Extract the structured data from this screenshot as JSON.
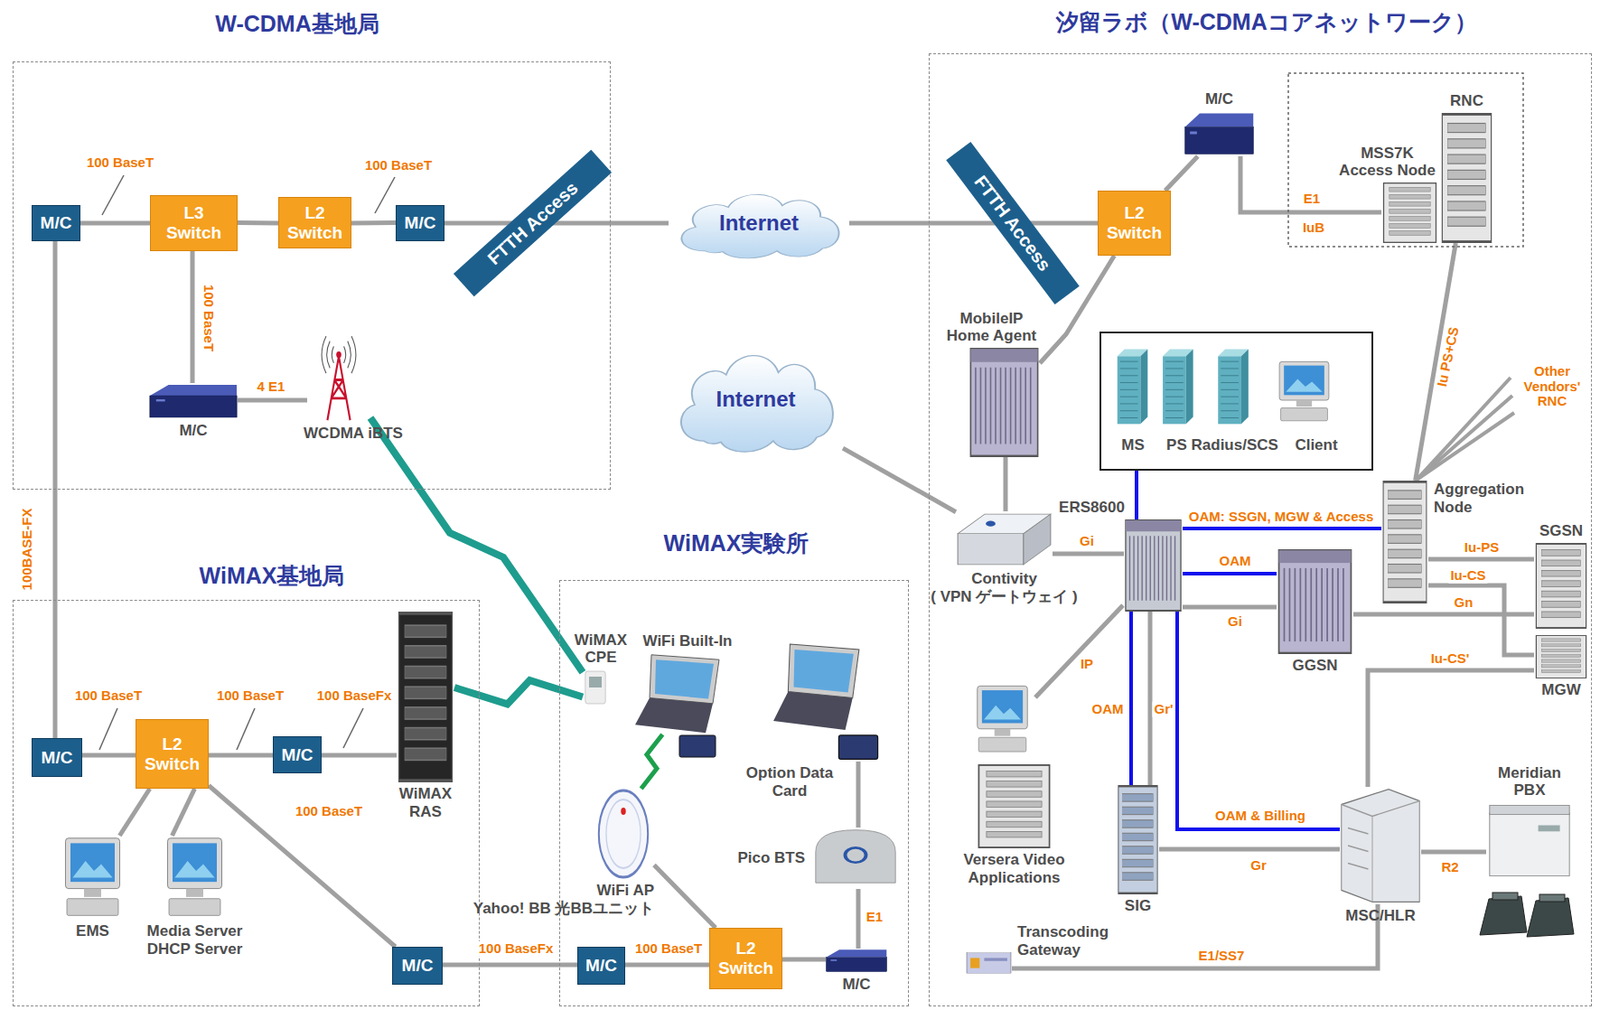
{
  "diagram": {
    "nodes": [
      {
        "text": [
          "W-CDMA基地局"
        ]
      },
      {
        "text": [
          "M/C"
        ],
        "in": 0
      },
      {
        "text": [
          "L3 Switch"
        ],
        "in": 0
      },
      {
        "text": [
          "L2 Switch"
        ],
        "in": 0
      },
      {
        "text": [
          "M/C"
        ],
        "in": 0
      },
      {
        "text": [
          "M/C"
        ],
        "in": 0
      },
      {
        "text": [
          "WCDMA iBTS"
        ],
        "in": 0
      },
      {
        "text": [
          "FTTH Access"
        ],
        "in": 0
      },
      {
        "text": [
          "Internet"
        ]
      },
      {
        "text": [
          "Internet"
        ]
      },
      {
        "text": [
          "汐留ラボ（W-CDMAコアネットワーク）"
        ]
      },
      {
        "text": [
          "FTTH Access"
        ],
        "in": 10
      },
      {
        "text": [
          "L2 Switch"
        ],
        "in": 10
      },
      {
        "text": [
          "M/C"
        ],
        "in": 10
      },
      {
        "text": [
          "RNC"
        ],
        "in": 10
      },
      {
        "text": [
          "MSS7K Access Node"
        ],
        "in": 10
      },
      {
        "text": [
          "MS",
          "PS Radius/SCS",
          "Client"
        ],
        "in": 10
      },
      {
        "text": [
          "MobileIP Home Agent"
        ],
        "in": 10
      },
      {
        "text": [
          "Contivity",
          "( VPN ゲートウェイ )"
        ],
        "in": 10
      },
      {
        "text": [
          "ERS8600"
        ],
        "in": 10
      },
      {
        "text": [
          "Aggregation Node"
        ],
        "in": 10
      },
      {
        "text": [
          "SGSN"
        ],
        "in": 10
      },
      {
        "text": [
          "GGSN"
        ],
        "in": 10
      },
      {
        "text": [
          "MGW"
        ],
        "in": 10
      },
      {
        "text": [
          "Versera Video Applications"
        ],
        "in": 10
      },
      {
        "text": [
          "SIG"
        ],
        "in": 10
      },
      {
        "text": [
          "MSC/HLR"
        ],
        "in": 10
      },
      {
        "text": [
          "Meridian PBX"
        ],
        "in": 10
      },
      {
        "text": [
          "Transcoding Gateway"
        ],
        "in": 10
      },
      {
        "text": [
          "WiMAX基地局"
        ]
      },
      {
        "text": [
          "M/C"
        ],
        "in": 29
      },
      {
        "text": [
          "L2 Switch"
        ],
        "in": 29
      },
      {
        "text": [
          "M/C"
        ],
        "in": 29
      },
      {
        "text": [
          "WiMAX RAS"
        ],
        "in": 29
      },
      {
        "text": [
          "EMS"
        ],
        "in": 29
      },
      {
        "text": [
          "Media Server DHCP Server"
        ],
        "in": 29
      },
      {
        "text": [
          "M/C"
        ],
        "in": 29
      },
      {
        "text": [
          "WiMAX実験所"
        ]
      },
      {
        "text": [
          "WiMAX CPE"
        ],
        "in": 37
      },
      {
        "text": [
          "WiFi Built-In"
        ],
        "in": 37
      },
      {
        "text": [
          "Option Data Card"
        ],
        "in": 37
      },
      {
        "text": [
          "WiFi AP",
          "Yahoo! BB 光BBユニット"
        ],
        "in": 37
      },
      {
        "text": [
          "Pico BTS"
        ],
        "in": 37
      },
      {
        "text": [
          "M/C"
        ],
        "in": 37
      },
      {
        "text": [
          "L2 Switch"
        ],
        "in": 37
      },
      {
        "text": [
          "M/C"
        ],
        "in": 37
      }
    ],
    "edges": [
      {
        "from": 1,
        "to": 2,
        "label": "100 BaseT",
        "arrow": "none"
      },
      {
        "from": 2,
        "to": 3,
        "arrow": "none"
      },
      {
        "from": 3,
        "to": 4,
        "label": "100 BaseT",
        "arrow": "none"
      },
      {
        "from": 4,
        "to": 7,
        "arrow": "none"
      },
      {
        "from": 7,
        "to": 8,
        "arrow": "none"
      },
      {
        "from": 8,
        "to": 11,
        "arrow": "none"
      },
      {
        "from": 11,
        "to": 12,
        "arrow": "none"
      },
      {
        "from": 2,
        "to": 5,
        "label": "100 BaseT",
        "arrow": "none"
      },
      {
        "from": 5,
        "to": 6,
        "label": "4 E1",
        "arrow": "none"
      },
      {
        "from": 1,
        "to": 30,
        "label": "100BASE-FX",
        "arrow": "none"
      },
      {
        "from": 6,
        "to": 38,
        "arrow": "none"
      },
      {
        "from": 12,
        "to": 13,
        "arrow": "none"
      },
      {
        "from": 13,
        "to": 15,
        "label": "E1",
        "arrow": "none"
      },
      {
        "from": 12,
        "to": 17,
        "arrow": "none"
      },
      {
        "from": 17,
        "to": 18,
        "arrow": "none"
      },
      {
        "from": 9,
        "to": 18,
        "arrow": "none"
      },
      {
        "from": 18,
        "to": 19,
        "label": "Gi",
        "arrow": "none"
      },
      {
        "from": 19,
        "to": 16,
        "arrow": "none"
      },
      {
        "from": 14,
        "to": 20,
        "label": "Iu PS+CS",
        "arrow": "none"
      },
      {
        "from": 19,
        "to": 20,
        "label": "OAM: SSGN, MGW & Access",
        "arrow": "none"
      },
      {
        "from": 19,
        "to": 22,
        "label": "OAM",
        "arrow": "none"
      },
      {
        "from": 19,
        "to": 22,
        "label": "Gi",
        "arrow": "none"
      },
      {
        "from": 20,
        "to": 21,
        "label": "Iu-PS",
        "arrow": "none"
      },
      {
        "from": 20,
        "to": 23,
        "label": "Iu-CS",
        "arrow": "none"
      },
      {
        "from": 22,
        "to": 21,
        "label": "Gn",
        "arrow": "none"
      },
      {
        "from": 23,
        "to": 26,
        "label": "Iu-CS'",
        "arrow": "none"
      },
      {
        "from": 19,
        "to": 25,
        "label": "OAM",
        "arrow": "none"
      },
      {
        "from": 19,
        "to": 25,
        "label": "Gr'",
        "arrow": "none"
      },
      {
        "from": 19,
        "to": 26,
        "label": "OAM & Billing",
        "arrow": "none"
      },
      {
        "from": 25,
        "to": 26,
        "label": "Gr",
        "arrow": "none"
      },
      {
        "from": 26,
        "to": 27,
        "label": "R2",
        "arrow": "none"
      },
      {
        "from": 28,
        "to": 26,
        "label": "E1/SS7",
        "arrow": "none"
      },
      {
        "from": 30,
        "to": 31,
        "label": "100 BaseT",
        "arrow": "none"
      },
      {
        "from": 31,
        "to": 32,
        "label": "100 BaseT",
        "arrow": "none"
      },
      {
        "from": 32,
        "to": 33,
        "label": "100 BaseFx",
        "arrow": "none"
      },
      {
        "from": 31,
        "to": 34,
        "arrow": "none"
      },
      {
        "from": 31,
        "to": 35,
        "arrow": "none"
      },
      {
        "from": 31,
        "to": 36,
        "label": "100 BaseT",
        "arrow": "none"
      },
      {
        "from": 33,
        "to": 38,
        "arrow": "none"
      },
      {
        "from": 39,
        "to": 41,
        "arrow": "none"
      },
      {
        "from": 36,
        "to": 43,
        "label": "100 BaseFx",
        "arrow": "none"
      },
      {
        "from": 43,
        "to": 44,
        "label": "100 BaseT",
        "arrow": "none"
      },
      {
        "from": 44,
        "to": 41,
        "arrow": "none"
      },
      {
        "from": 44,
        "to": 45,
        "arrow": "none"
      },
      {
        "from": 45,
        "to": 42,
        "label": "E1",
        "arrow": "none"
      },
      {
        "from": 40,
        "to": 42,
        "arrow": "none"
      }
    ],
    "labels": [
      "IuB",
      "Other Vendors' RNC",
      "IP"
    ]
  }
}
